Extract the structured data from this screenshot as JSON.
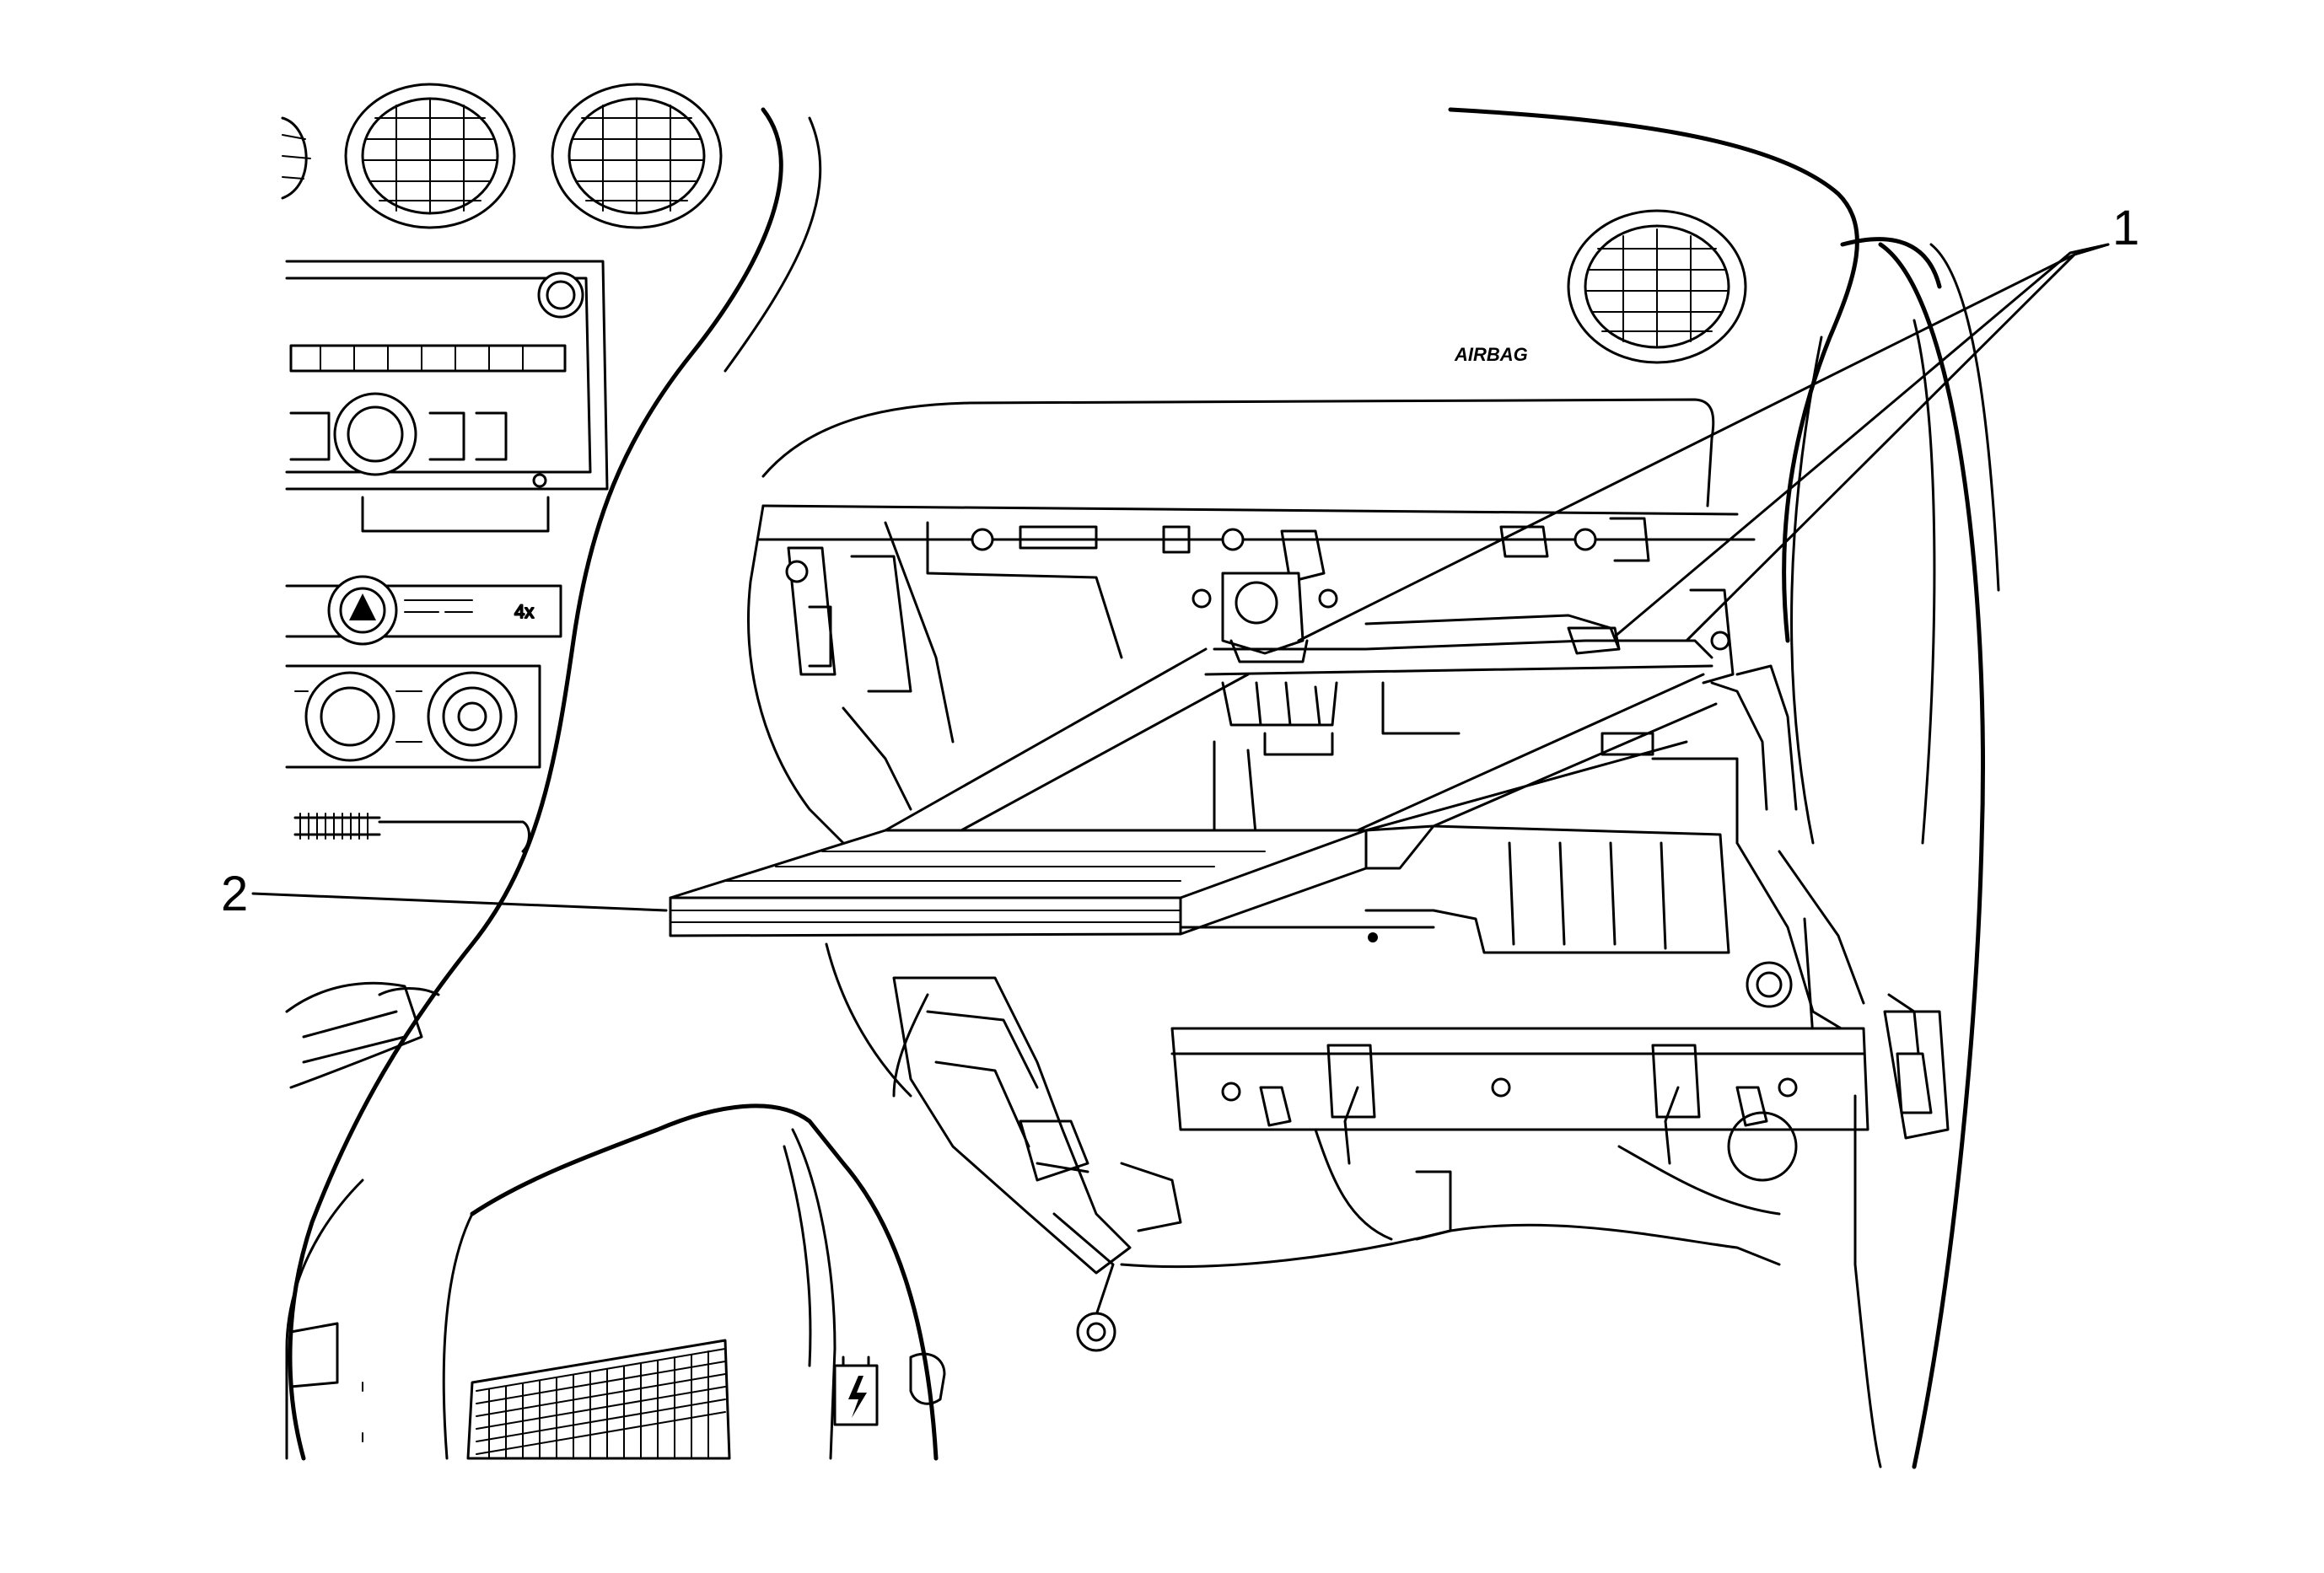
{
  "diagram": {
    "callouts": [
      {
        "id": "1",
        "label": "1"
      },
      {
        "id": "2",
        "label": "2"
      }
    ],
    "panel_text": {
      "airbag": "AIRBAG"
    }
  }
}
